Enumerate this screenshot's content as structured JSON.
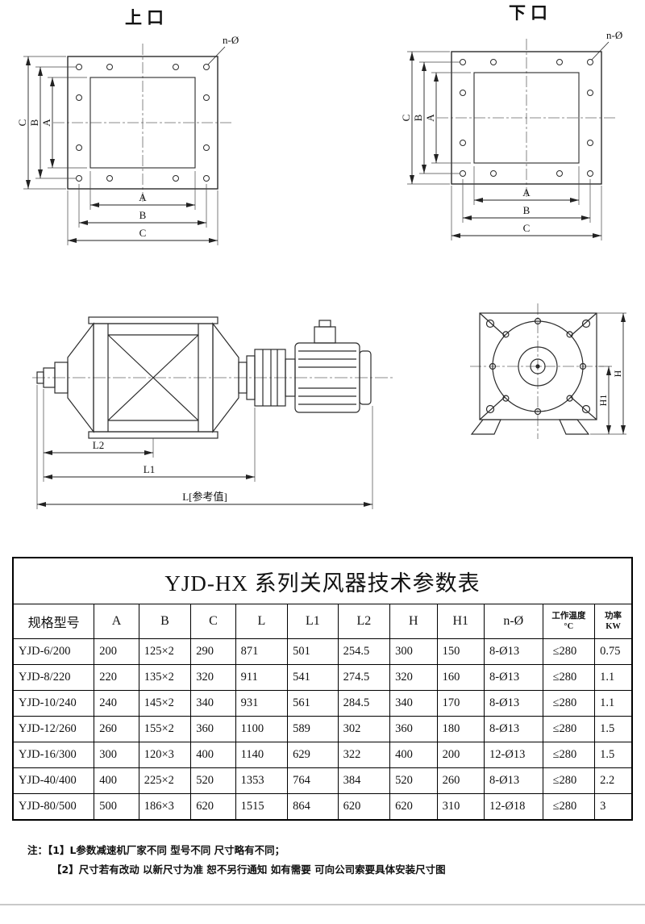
{
  "drawings": {
    "top_flange": {
      "title": "上口",
      "hole_label": "n-Ø",
      "a": "A",
      "b": "B",
      "c": "C"
    },
    "bottom_flange": {
      "title": "下口",
      "hole_label": "n-Ø",
      "a": "A",
      "b": "B",
      "c": "C"
    },
    "side_view": {
      "l2": "L2",
      "l1": "L1",
      "l_ref": "L[参考值]"
    },
    "end_view": {
      "h": "H",
      "h1": "H1"
    }
  },
  "table": {
    "title": "YJD-HX 系列关风器技术参数表",
    "headers": [
      "规格型号",
      "A",
      "B",
      "C",
      "L",
      "L1",
      "L2",
      "H",
      "H1",
      "n-Ø"
    ],
    "temp_header": {
      "line1": "工作温度",
      "line2": "°C"
    },
    "power_header": {
      "line1": "功率",
      "line2": "KW"
    },
    "rows": [
      [
        "YJD-6/200",
        "200",
        "125×2",
        "290",
        "871",
        "501",
        "254.5",
        "300",
        "150",
        "8-Ø13",
        "≤280",
        "0.75"
      ],
      [
        "YJD-8/220",
        "220",
        "135×2",
        "320",
        "911",
        "541",
        "274.5",
        "320",
        "160",
        "8-Ø13",
        "≤280",
        "1.1"
      ],
      [
        "YJD-10/240",
        "240",
        "145×2",
        "340",
        "931",
        "561",
        "284.5",
        "340",
        "170",
        "8-Ø13",
        "≤280",
        "1.1"
      ],
      [
        "YJD-12/260",
        "260",
        "155×2",
        "360",
        "1100",
        "589",
        "302",
        "360",
        "180",
        "8-Ø13",
        "≤280",
        "1.5"
      ],
      [
        "YJD-16/300",
        "300",
        "120×3",
        "400",
        "1140",
        "629",
        "322",
        "400",
        "200",
        "12-Ø13",
        "≤280",
        "1.5"
      ],
      [
        "YJD-40/400",
        "400",
        "225×2",
        "520",
        "1353",
        "764",
        "384",
        "520",
        "260",
        "8-Ø13",
        "≤280",
        "2.2"
      ],
      [
        "YJD-80/500",
        "500",
        "186×3",
        "620",
        "1515",
        "864",
        "620",
        "620",
        "310",
        "12-Ø18",
        "≤280",
        "3"
      ]
    ]
  },
  "notes": {
    "label": "注：",
    "line1": "【1】L参数减速机厂家不同 型号不同 尺寸略有不同；",
    "line2": "【2】尺寸若有改动 以新尺寸为准 恕不另行通知 如有需要 可向公司索要具体安装尺寸图"
  }
}
